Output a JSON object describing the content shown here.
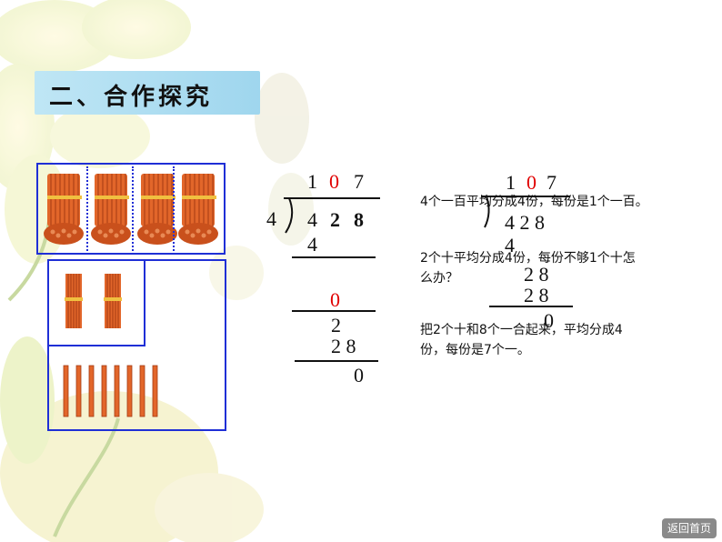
{
  "title": "二、合作探究",
  "division": {
    "quotient": [
      "1",
      "0",
      "7"
    ],
    "divisor": "4",
    "dividend": [
      "4",
      "2",
      "8"
    ],
    "steps": [
      {
        "value": "4"
      },
      {
        "value": "0"
      },
      {
        "value": "2"
      },
      {
        "value": "2 8"
      },
      {
        "value": "0"
      }
    ]
  },
  "notes": [
    "4个一百平均分成4份，每份是1个一百。",
    "2个十平均分成4份，每份不够1个十怎么办？",
    "把2个十和8个一合起来，平均分成4份，每份是7个一。"
  ],
  "ghost_division": {
    "quotient": [
      "1",
      "0",
      "7"
    ],
    "dividend": "4 2 8",
    "rows": [
      "4",
      "2 8",
      "2 8",
      "0"
    ]
  },
  "home_button": "返回首页",
  "colors": {
    "accent_red": "#e00000",
    "box_blue": "#1f2fd6",
    "stick_orange": "#e2662a"
  }
}
